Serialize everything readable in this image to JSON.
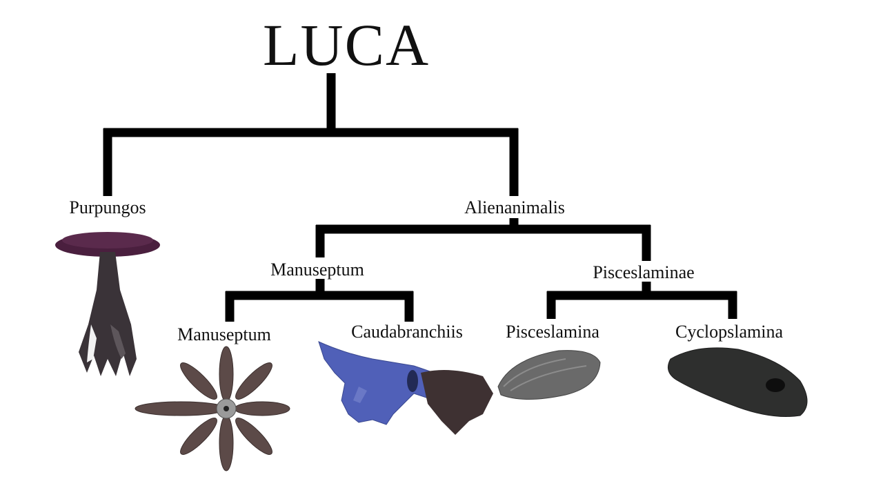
{
  "diagram": {
    "root": "LUCA",
    "clades": {
      "purpungos": "Purpungos",
      "alienanimalis": "Alienanimalis",
      "manuseptum_group": "Manuseptum",
      "pisceslaminae": "Pisceslaminae"
    },
    "species": {
      "manuseptum": "Manuseptum",
      "caudabranchiis": "Caudabranchiis",
      "pisceslamina": "Pisceslamina",
      "cyclopslamina": "Cyclopslamina"
    },
    "colors": {
      "branch": "#000000",
      "purpungos_cap": "#4a1f3e",
      "purpungos_stem": "#3a3338",
      "manuseptum_feather": "#5c4a48",
      "caudabranchiis_body": "#5060b8",
      "caudabranchiis_fin": "#3e3132",
      "pisceslamina_body": "#6a6a6a",
      "cyclopslamina_body": "#2e2f2e"
    }
  }
}
